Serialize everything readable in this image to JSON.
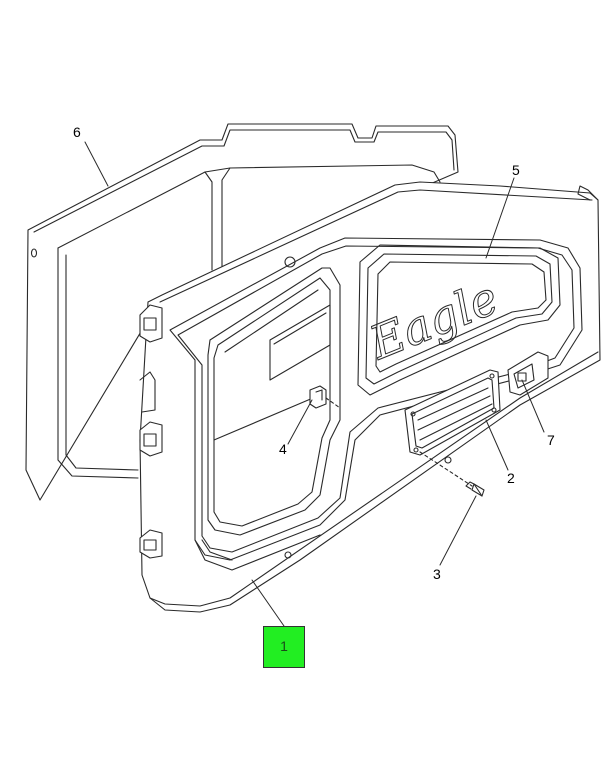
{
  "diagram": {
    "accent_color": "#22ee22",
    "line_color": "#2a2a2a",
    "script_logo_text": "Eagle",
    "callouts": [
      {
        "id": "1",
        "label": "1",
        "highlighted": true
      },
      {
        "id": "2",
        "label": "2"
      },
      {
        "id": "3",
        "label": "3"
      },
      {
        "id": "4",
        "label": "4"
      },
      {
        "id": "5",
        "label": "5"
      },
      {
        "id": "6",
        "label": "6"
      },
      {
        "id": "7",
        "label": "7"
      }
    ]
  }
}
